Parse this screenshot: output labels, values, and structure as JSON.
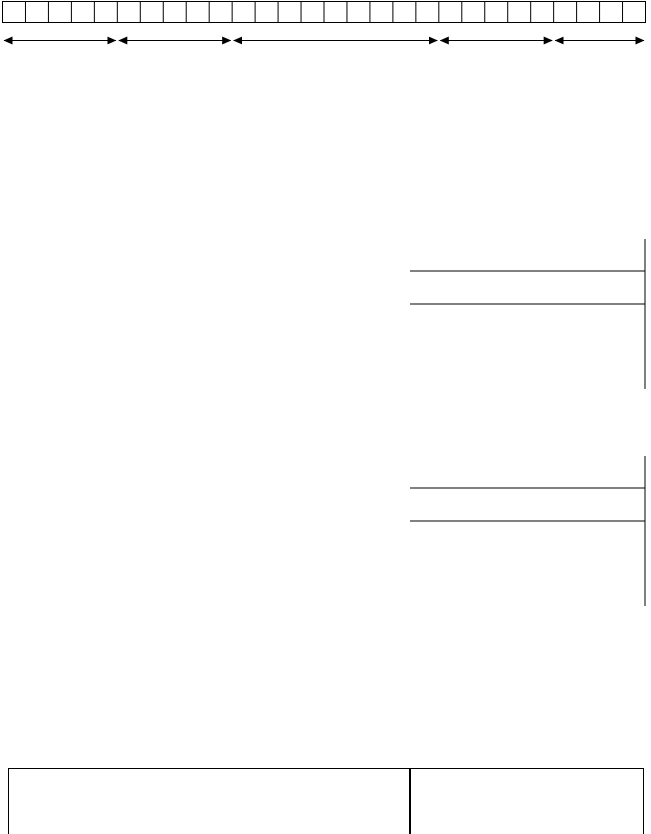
{
  "colors": {
    "stroke": "#000000",
    "background": "#ffffff"
  },
  "ruler": {
    "cell_count": 28
  },
  "dimension_arrows": {
    "segment_count": 5,
    "boundaries_in_cells": [
      0,
      5,
      10,
      19,
      24,
      28
    ]
  },
  "right_brackets": {
    "count": 2,
    "rows_per_bracket": 3
  },
  "bottom_boxes": {
    "count": 2
  }
}
